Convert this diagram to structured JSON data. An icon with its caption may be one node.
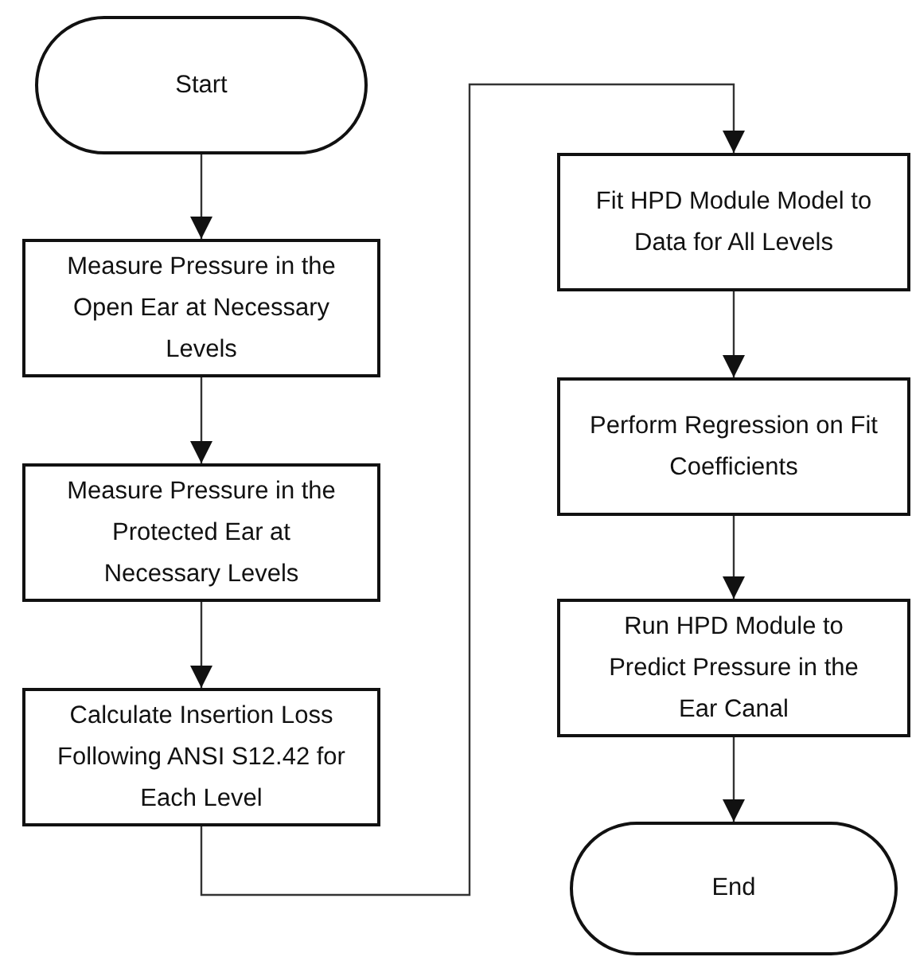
{
  "diagram": {
    "nodes": [
      {
        "text": [
          "Start"
        ]
      },
      {
        "text": [
          "Measure Pressure in the Open Ear at Necessary Levels"
        ]
      },
      {
        "text": [
          "Measure Pressure in the Protected Ear at Necessary Levels"
        ]
      },
      {
        "text": [
          "Calculate Insertion Loss Following ANSI S12.42 for Each Level"
        ]
      },
      {
        "text": [
          "Fit HPD Module Model to Data for All Levels"
        ]
      },
      {
        "text": [
          "Perform Regression on Fit Coefficients"
        ]
      },
      {
        "text": [
          "Run HPD Module to Predict Pressure in the Ear Canal"
        ]
      },
      {
        "text": [
          "End"
        ]
      }
    ],
    "edges": [
      {
        "from": 0,
        "to": 1,
        "arrow": "to"
      },
      {
        "from": 1,
        "to": 2,
        "arrow": "to"
      },
      {
        "from": 2,
        "to": 3,
        "arrow": "to"
      },
      {
        "from": 3,
        "to": 4,
        "arrow": "to"
      },
      {
        "from": 4,
        "to": 5,
        "arrow": "to"
      },
      {
        "from": 5,
        "to": 6,
        "arrow": "to"
      },
      {
        "from": 6,
        "to": 7,
        "arrow": "to"
      }
    ]
  }
}
